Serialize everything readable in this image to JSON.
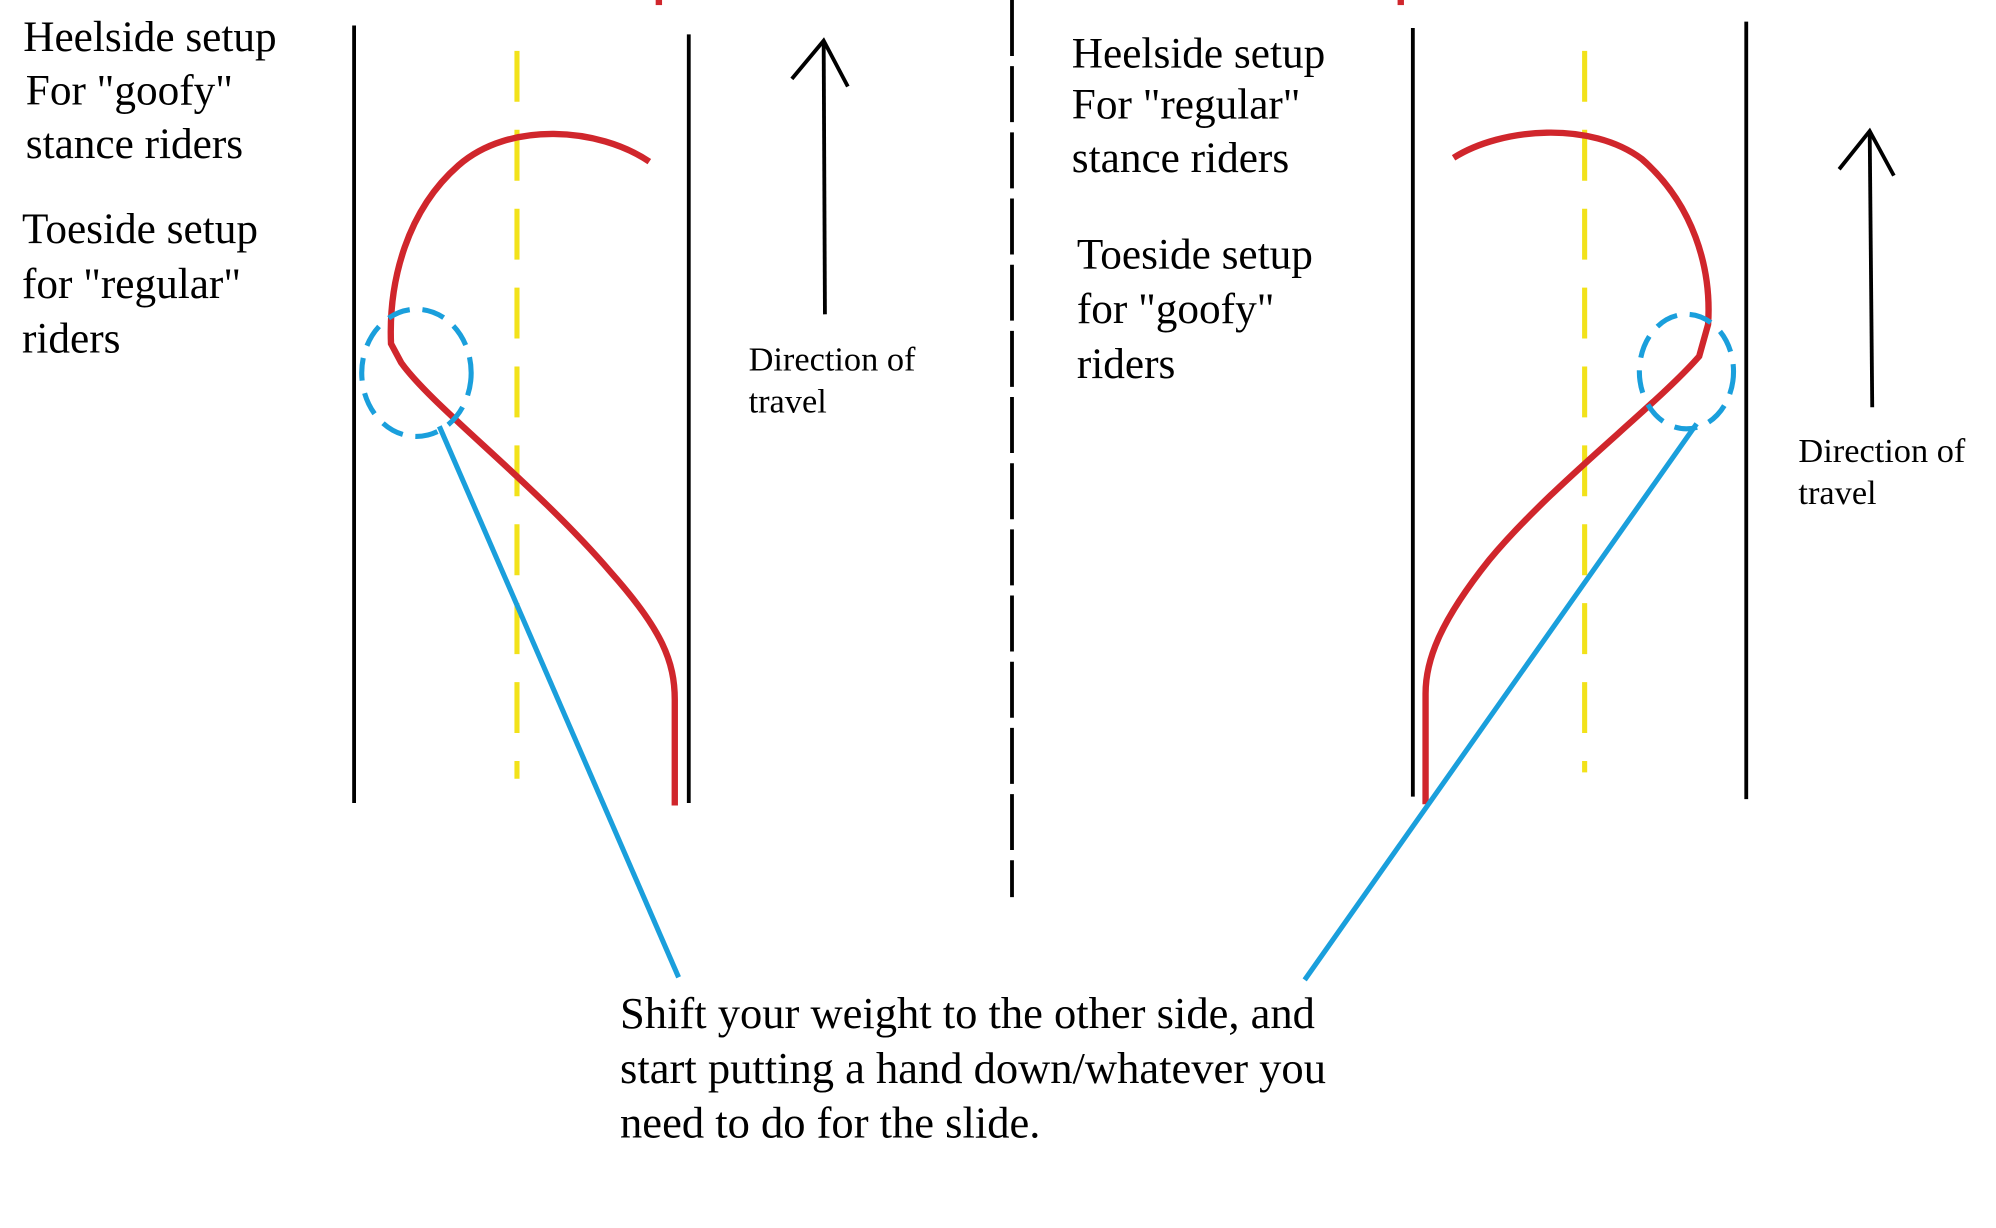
{
  "left_panel": {
    "heelside_lines": [
      "Heelside setup",
      "For  \"goofy\"",
      "stance riders"
    ],
    "toeside_lines": [
      "Toeside setup",
      "for \"regular\"",
      "riders"
    ],
    "direction_lines": [
      "Direction of",
      "travel"
    ]
  },
  "right_panel": {
    "heelside_lines": [
      "Heelside setup",
      "For \"regular\"",
      "stance riders"
    ],
    "toeside_lines": [
      "Toeside setup",
      "for \"goofy\"",
      "riders"
    ],
    "direction_lines": [
      "Direction of",
      "travel"
    ]
  },
  "note_lines": [
    "Shift your weight to the other side, and",
    "start putting a hand down/whatever you",
    "need to do for the slide."
  ],
  "colors": {
    "path": "#d0262c",
    "callout": "#1a9fdc",
    "centerline": "#f2e21a",
    "lines": "#000000"
  }
}
